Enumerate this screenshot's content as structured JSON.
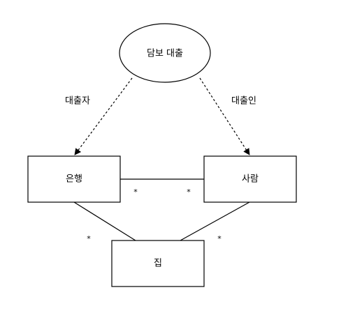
{
  "diagram": {
    "nodes": {
      "secured_loan": "담보 대출",
      "bank": "은행",
      "person": "사람",
      "house": "집"
    },
    "edges": {
      "lender_role": "대출자",
      "borrower_role": "대출인",
      "bank_person_mult_left": "*",
      "bank_person_mult_right": "*",
      "bank_house_mult": "*",
      "person_house_mult": "*"
    }
  }
}
